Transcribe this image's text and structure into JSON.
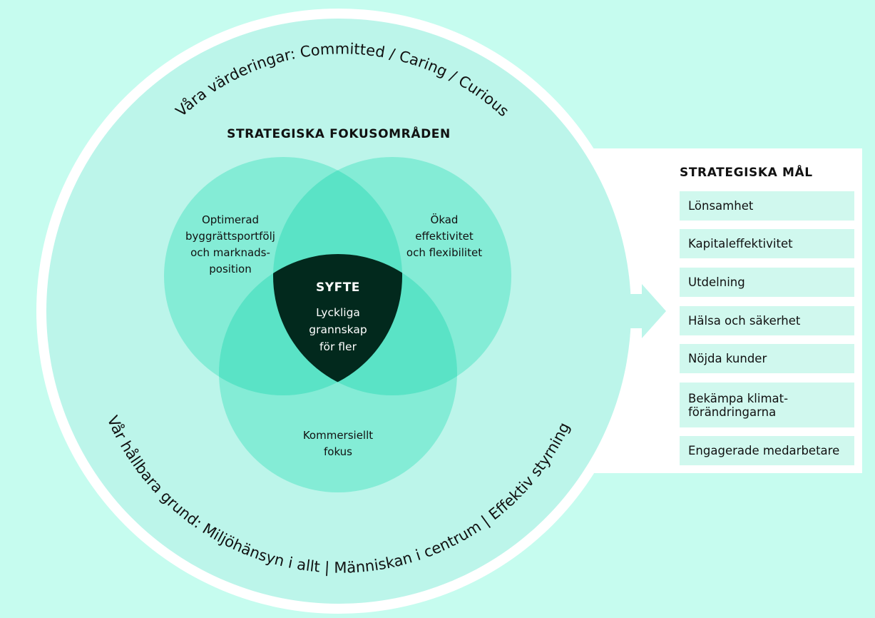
{
  "values_ring": {
    "prefix": "Våra värderingar:",
    "items": [
      "Committed",
      "Caring",
      "Curious"
    ],
    "separator": "/"
  },
  "foundation_ring": {
    "prefix": "Vår hållbara grund:",
    "items": [
      "Miljöhänsyn i allt",
      "Människan i centrum",
      "Effektiv styrning"
    ],
    "separator": "|"
  },
  "focus_areas": {
    "title": "STRATEGISKA FOKUSOMRÅDEN",
    "areas": [
      {
        "lines": [
          "Optimerad",
          "byggrättsportfölj",
          "och marknads-",
          "position"
        ]
      },
      {
        "lines": [
          "Ökad",
          "effektivitet",
          "och flexibilitet"
        ]
      },
      {
        "lines": [
          "Kommersiellt",
          "fokus"
        ]
      }
    ]
  },
  "purpose": {
    "title": "SYFTE",
    "lines": [
      "Lyckliga",
      "grannskap",
      "för fler"
    ]
  },
  "goals": {
    "title": "STRATEGISKA MÅL",
    "items": [
      {
        "label": "Lönsamhet"
      },
      {
        "label": "Kapitaleffektivitet"
      },
      {
        "label": "Utdelning"
      },
      {
        "label": "Hälsa och säkerhet"
      },
      {
        "label": "Nöjda kunder"
      },
      {
        "label": "Bekämpa klimat-\nförändringarna"
      },
      {
        "label": "Engagerade medarbetare"
      }
    ]
  },
  "colors": {
    "background": "#c6fcef",
    "outer_ring": "#ffffff",
    "main_circle": "#bcf5ea",
    "venn_circle": "#84ecd6",
    "venn_overlap": "#5ae3c6",
    "purpose_fill": "#02291d",
    "goal_box": "#d0f8ee"
  }
}
